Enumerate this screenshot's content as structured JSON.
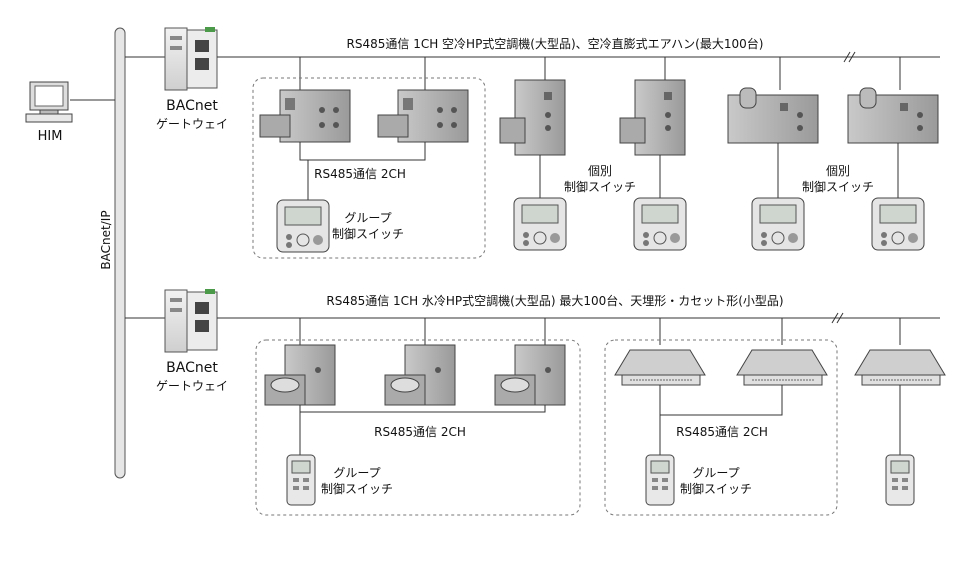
{
  "terminal": {
    "label": "HIM"
  },
  "bus": {
    "label": "BACnet/IP"
  },
  "gateway_label_line1": "BACnet",
  "gateway_label_line2": "ゲートウェイ",
  "row1": {
    "bus_title": "RS485通信 1CH 空冷HP式空調機(大型品)、空冷直膨式エアハン(最大100台)",
    "group_link": "RS485通信 2CH",
    "group_switch": [
      "グループ",
      "制御スイッチ"
    ],
    "individual_switch": [
      "個別",
      "制御スイッチ"
    ]
  },
  "row2": {
    "bus_title": "RS485通信 1CH 水冷HP式空調機(大型品) 最大100台、天埋形・カセット形(小型品)",
    "group_link_a": "RS485通信 2CH",
    "group_link_b": "RS485通信 2CH",
    "group_switch": [
      "グループ",
      "制御スイッチ"
    ]
  }
}
